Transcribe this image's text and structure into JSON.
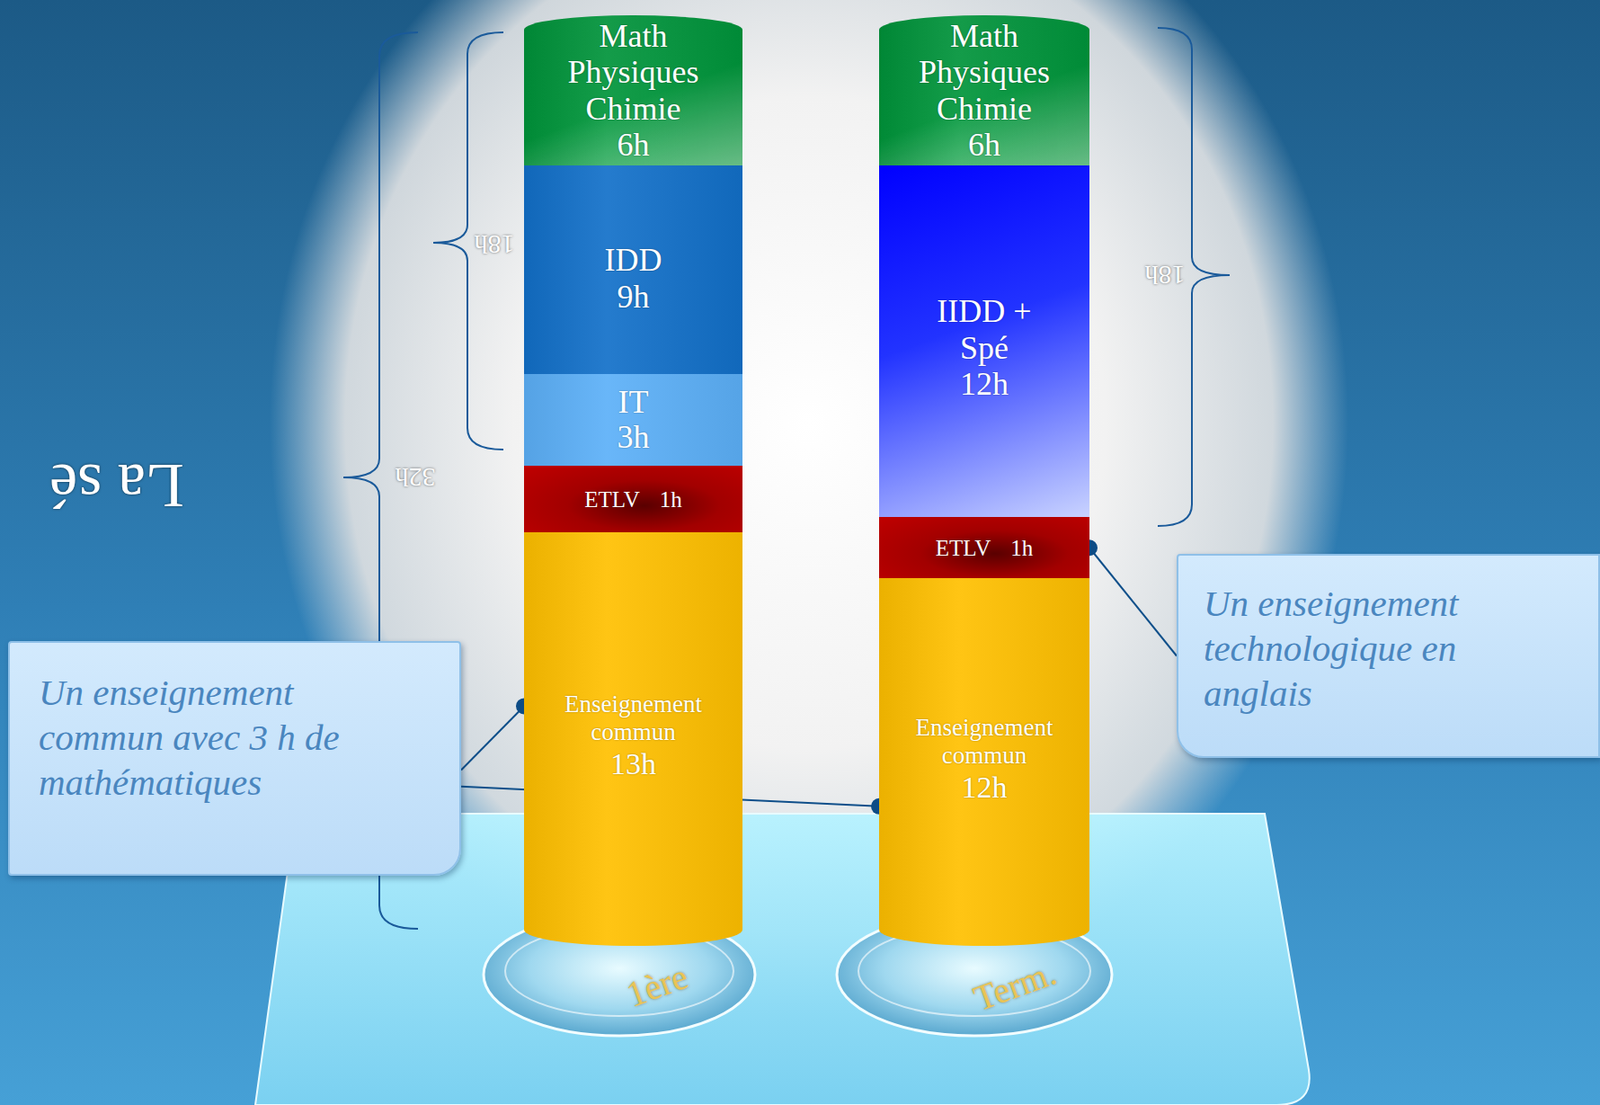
{
  "diagram": {
    "nodes": [
      {
        "text": [
          "Math Physiques Chimie",
          "6h"
        ]
      },
      {
        "text": [
          "IDD",
          "9h"
        ]
      },
      {
        "text": [
          "IT",
          "3h"
        ]
      },
      {
        "text": [
          "ETLV",
          "1h"
        ]
      },
      {
        "text": [
          "Enseignement commun",
          "13h"
        ]
      },
      {
        "text": [
          "Math Physiques Chimie",
          "6h"
        ]
      },
      {
        "text": [
          "IIDD + Spé",
          "12h"
        ]
      },
      {
        "text": [
          "ETLV",
          "1h"
        ]
      },
      {
        "text": [
          "Enseignement commun",
          "12h"
        ]
      },
      {
        "text": [
          "1ère"
        ]
      },
      {
        "text": [
          "Term."
        ]
      },
      {
        "text": [
          "Un enseignement commun avec 3 h de mathématiques"
        ]
      },
      {
        "text": [
          "Un enseignement technologique en anglais"
        ]
      }
    ],
    "edges": [
      {
        "from": 11,
        "to": 4,
        "arrow": "none"
      },
      {
        "from": 11,
        "to": 8,
        "arrow": "none"
      },
      {
        "from": 12,
        "to": 7,
        "arrow": "none"
      }
    ],
    "labels": [
      "La sé",
      "18h",
      "32h",
      "18h"
    ]
  }
}
